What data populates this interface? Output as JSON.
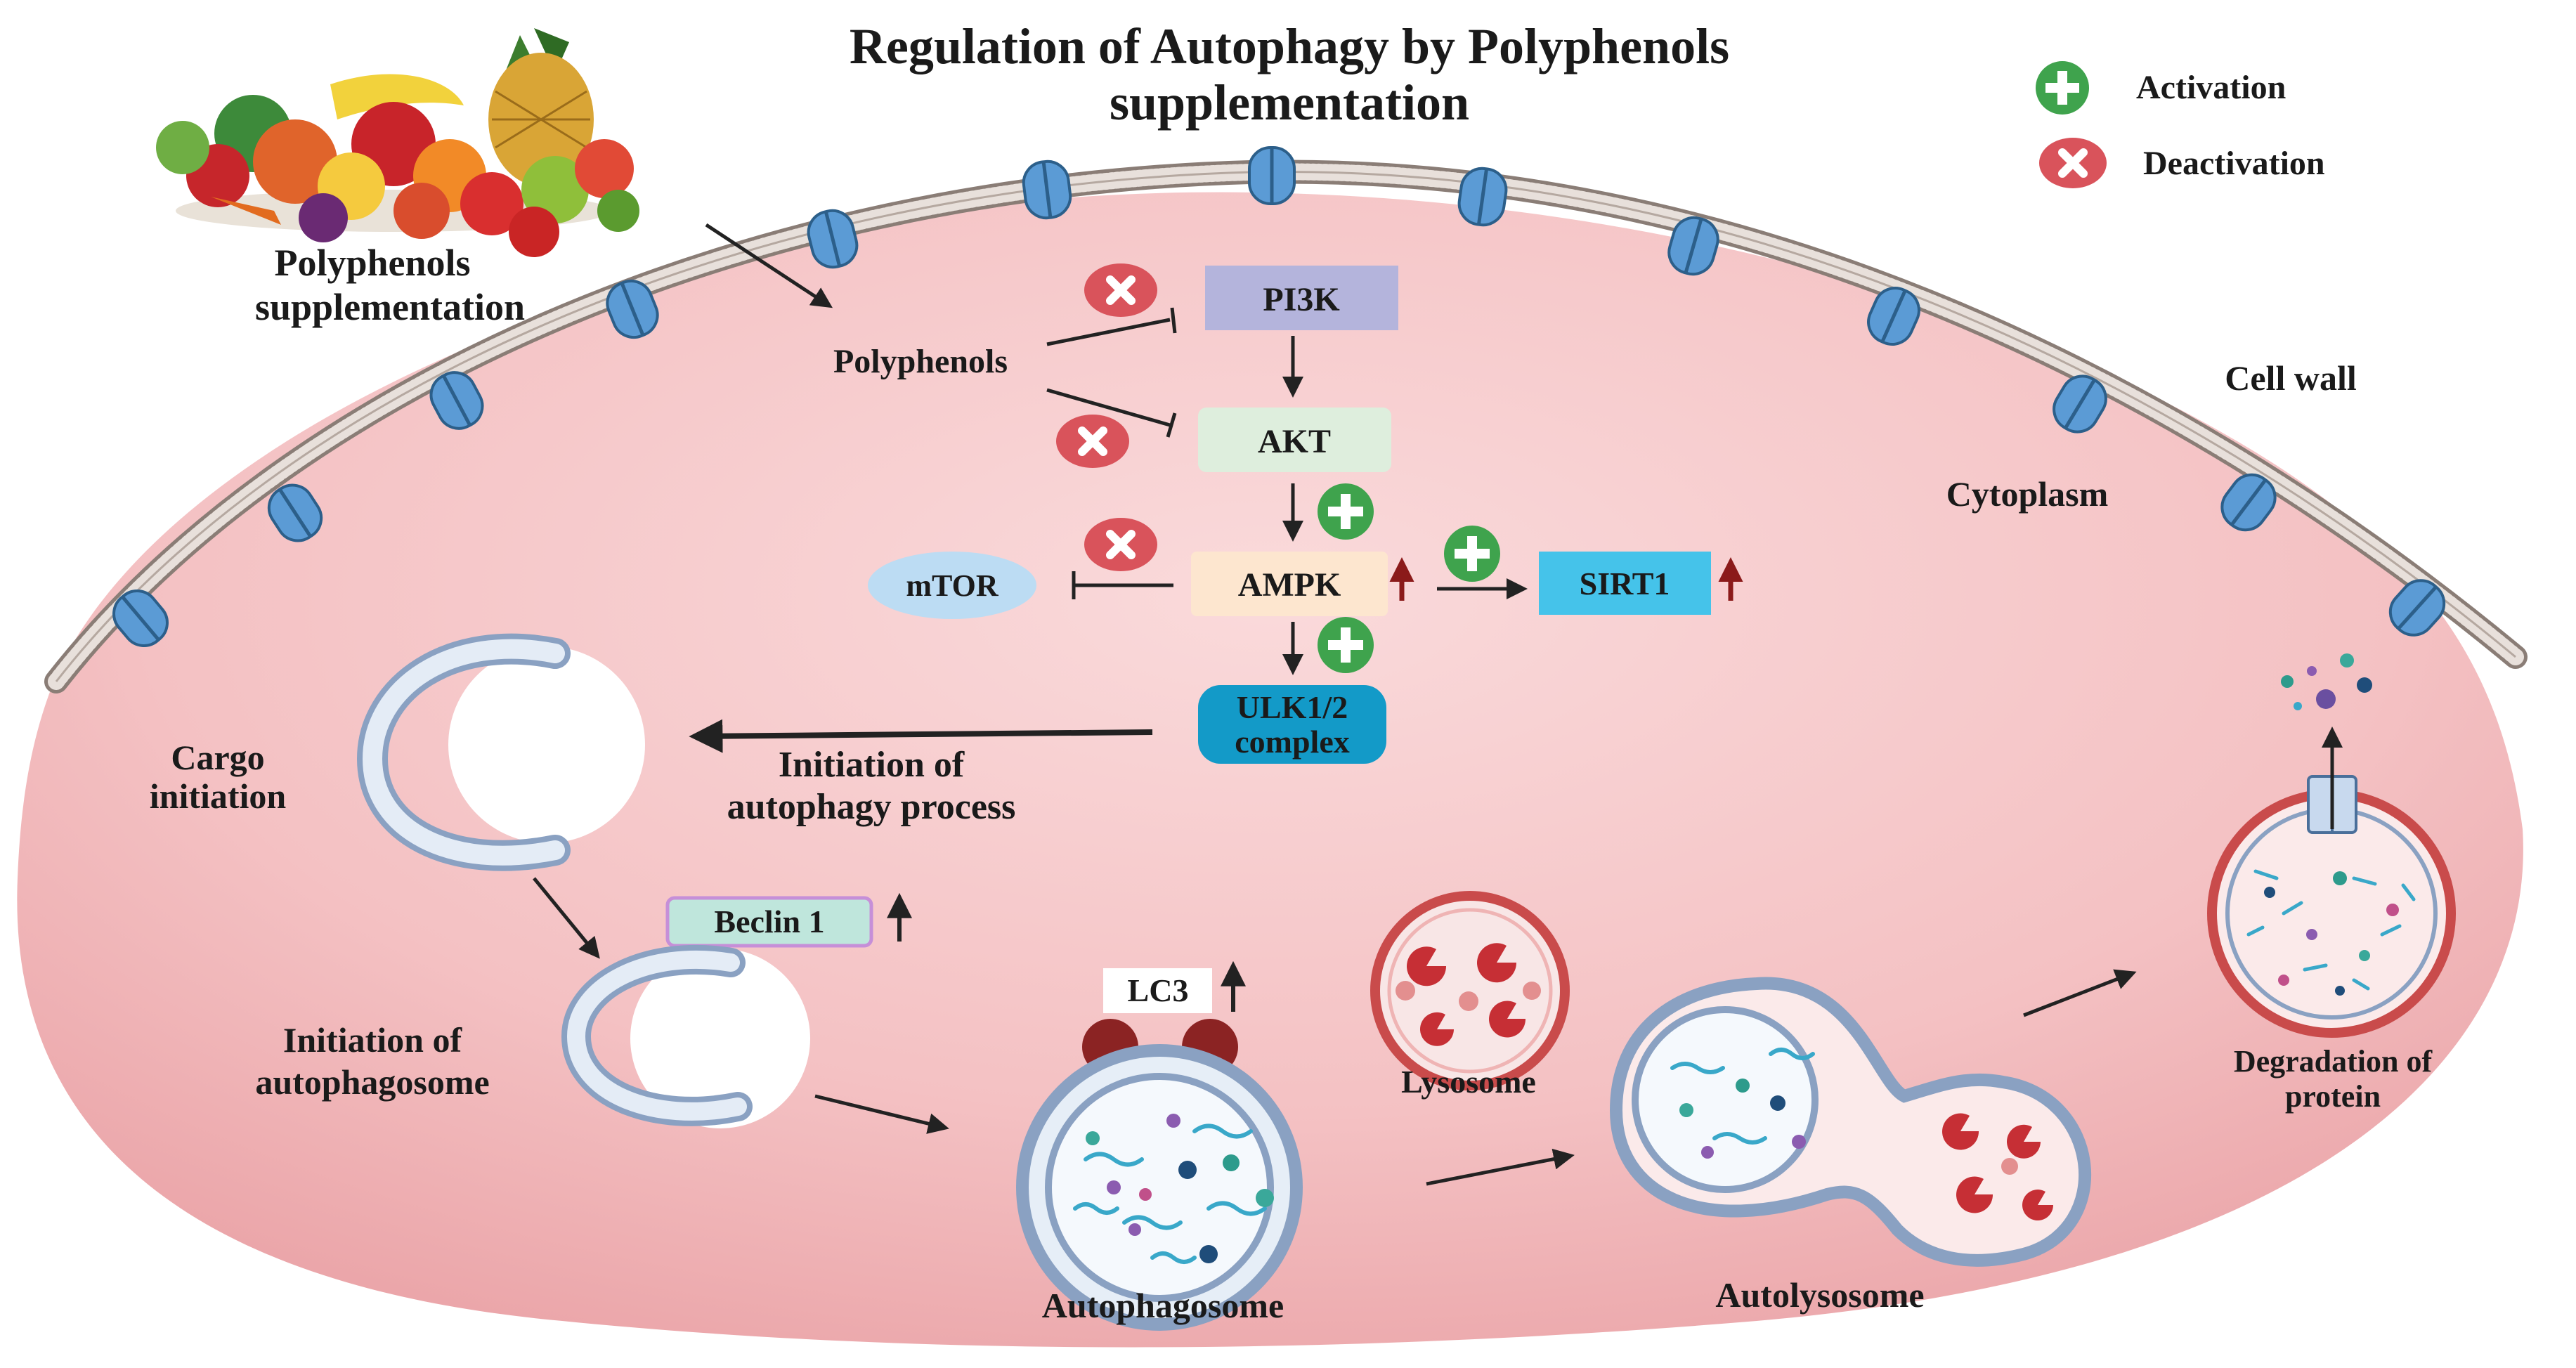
{
  "title": {
    "line1": "Regulation of Autophagy by Polyphenols",
    "line2": "supplementation"
  },
  "legend": {
    "activation": "Activation",
    "deactivation": "Deactivation"
  },
  "labels": {
    "supplement_line1": "Polyphenols",
    "supplement_line2": "supplementation",
    "polyphenols": "Polyphenols",
    "cell_wall": "Cell wall",
    "cytoplasm": "Cytoplasm",
    "cargo_line1": "Cargo",
    "cargo_line2": "initiation",
    "initiation_process_line1": "Initiation of",
    "initiation_process_line2": "autophagy process",
    "initiation_autophagosome_line1": "Initiation of",
    "initiation_autophagosome_line2": "autophagosome",
    "autophagosome": "Autophagosome",
    "lysosome": "Lysosome",
    "autolysosome": "Autolysosome",
    "degradation_line1": "Degradation of",
    "degradation_line2": "protein"
  },
  "nodes": {
    "pi3k": "PI3K",
    "akt": "AKT",
    "ampk": "AMPK",
    "mtor": "mTOR",
    "sirt1": "SIRT1",
    "ulk_line1": "ULK1/2",
    "ulk_line2": "complex",
    "beclin": "Beclin 1",
    "lc3": "LC3"
  },
  "icons": {
    "activation": "plus-circle-icon",
    "deactivation": "x-circle-icon",
    "upregulation": "up-arrow-icon"
  },
  "colors": {
    "cell_fill": "#f2b3b6",
    "activation": "#3fa34d",
    "deactivation": "#d9535b",
    "pi3k": "#b4b4dc",
    "akt": "#deeedd",
    "ampk": "#fde6cf",
    "mtor": "#bcdcf3",
    "sirt1": "#45c3ea",
    "ulk": "#139ac8",
    "beclin": "#bfe6dc",
    "channel": "#5b9bd5"
  }
}
